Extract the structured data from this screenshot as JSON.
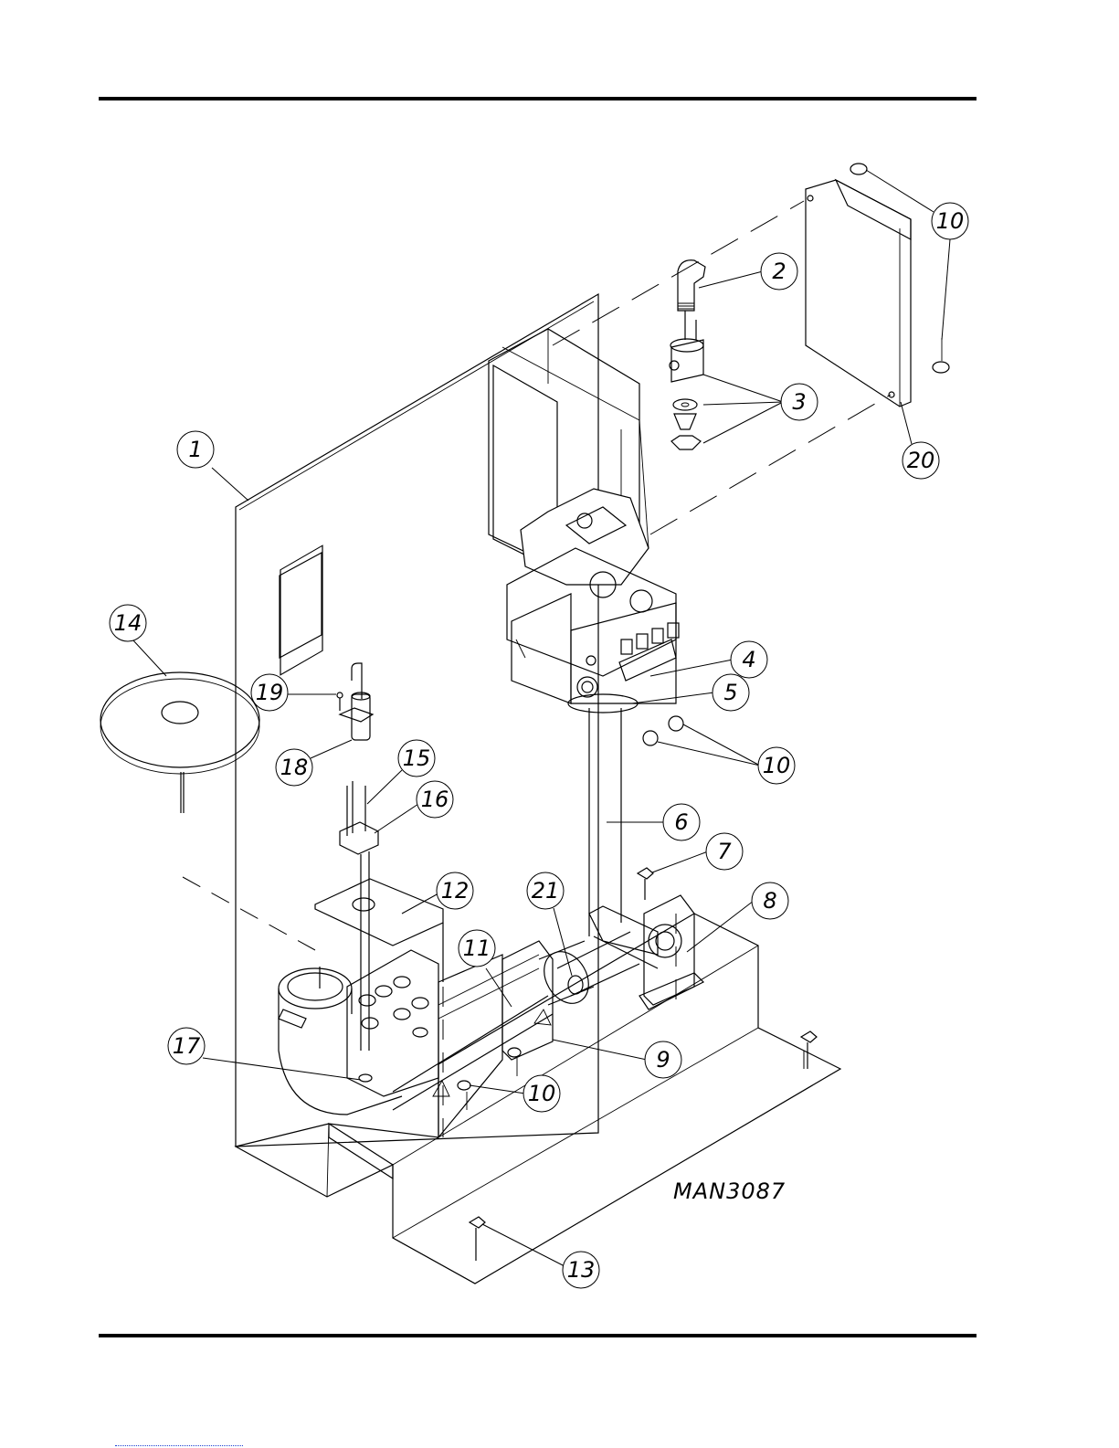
{
  "drawing": {
    "id": "MAN3087"
  },
  "callouts": [
    {
      "label": "1"
    },
    {
      "label": "2"
    },
    {
      "label": "3"
    },
    {
      "label": "4"
    },
    {
      "label": "5"
    },
    {
      "label": "6"
    },
    {
      "label": "7"
    },
    {
      "label": "8"
    },
    {
      "label": "9"
    },
    {
      "label": "10"
    },
    {
      "label": "10"
    },
    {
      "label": "10"
    },
    {
      "label": "11"
    },
    {
      "label": "12"
    },
    {
      "label": "13"
    },
    {
      "label": "14"
    },
    {
      "label": "15"
    },
    {
      "label": "16"
    },
    {
      "label": "17"
    },
    {
      "label": "18"
    },
    {
      "label": "19"
    },
    {
      "label": "20"
    },
    {
      "label": "21"
    },
    {
      "label": "10"
    }
  ]
}
